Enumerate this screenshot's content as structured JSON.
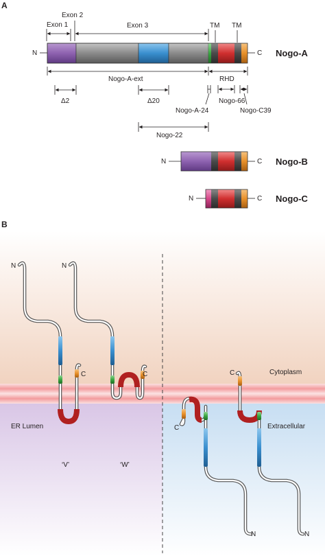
{
  "panelA": {
    "letter": "A",
    "exon1": "Exon 1",
    "exon2": "Exon 2",
    "exon3": "Exon 3",
    "tm1": "TM",
    "tm2": "TM",
    "n": "N",
    "c": "C",
    "nogoA": "Nogo-A",
    "nogoAext": "Nogo-A-ext",
    "rhd": "RHD",
    "d2": "Δ2",
    "d20": "Δ20",
    "nogoA24": "Nogo-A-24",
    "nogo66": "Nogo-66",
    "nogoC39": "Nogo-C39",
    "nogo22": "Nogo-22",
    "nogoB": "Nogo-B",
    "nogoC": "Nogo-C"
  },
  "panelB": {
    "letter": "B",
    "cytoplasm": "Cytoplasm",
    "erLumen": "ER Lumen",
    "extracellular": "Extracellular",
    "v": "‘V’",
    "w": "‘W’",
    "n": "N",
    "c": "C"
  },
  "colors": {
    "purple": "#8e62b0",
    "grey": "#8a8a8a",
    "blue": "#3a8fcf",
    "green": "#3aa642",
    "red": "#d02f2f",
    "darkgrey": "#555555",
    "orange": "#e8902a",
    "pink": "#d6478a",
    "cytoplasm": "#f3dccd",
    "lumen": "#ddcfe6",
    "extracellular": "#cfe4f4",
    "membrane": "#f5a0a2"
  }
}
